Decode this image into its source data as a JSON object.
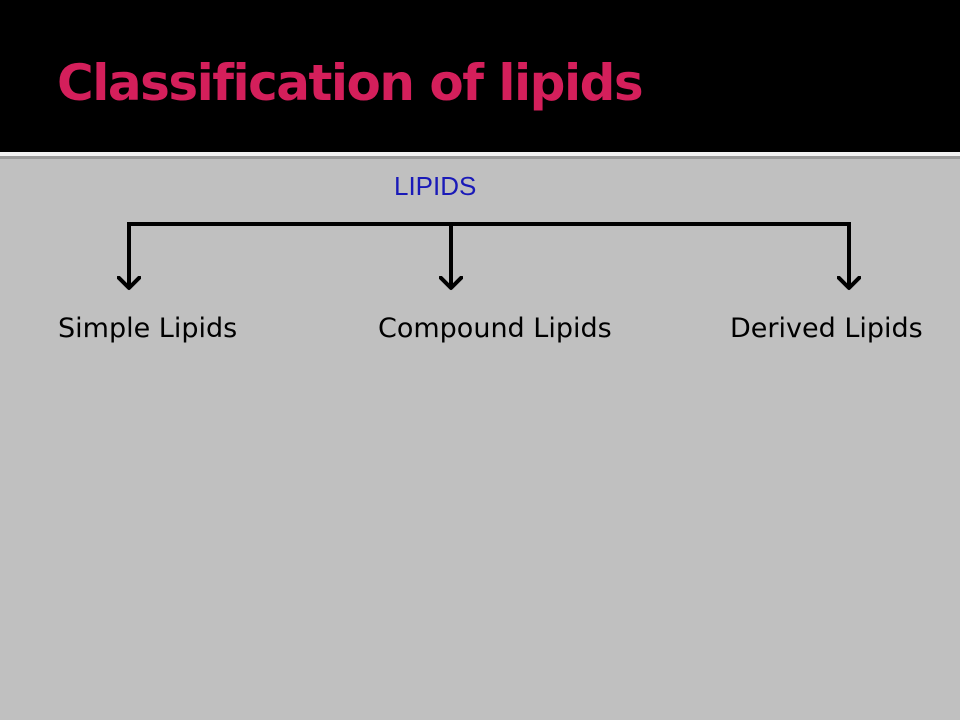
{
  "slide": {
    "title": "Classification of lipids",
    "title_color": "#d41f5b",
    "root_label": "LIPIDS",
    "root_color": "#1a1ab8",
    "children": [
      {
        "label": "Simple Lipids"
      },
      {
        "label": "Compound Lipids"
      },
      {
        "label": "Derived Lipids"
      }
    ]
  }
}
